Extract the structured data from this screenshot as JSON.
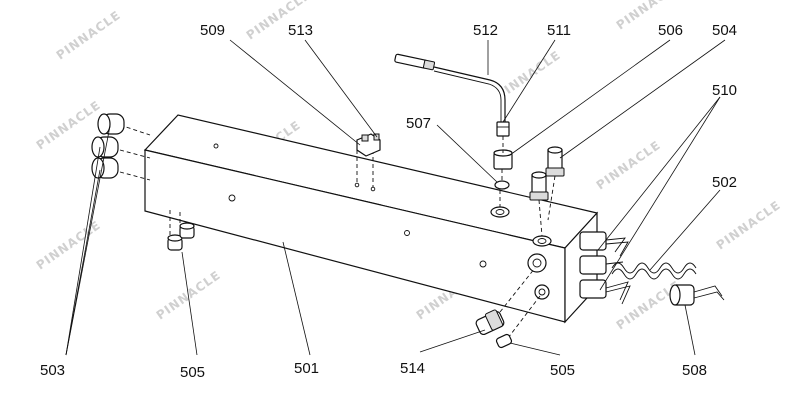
{
  "watermark": "PINNACLE",
  "callouts": {
    "c501": "501",
    "c502": "502",
    "c503": "503",
    "c504": "504",
    "c505a": "505",
    "c505b": "505",
    "c506": "506",
    "c507": "507",
    "c508": "508",
    "c509": "509",
    "c510": "510",
    "c511": "511",
    "c512": "512",
    "c513": "513",
    "c514": "514"
  }
}
